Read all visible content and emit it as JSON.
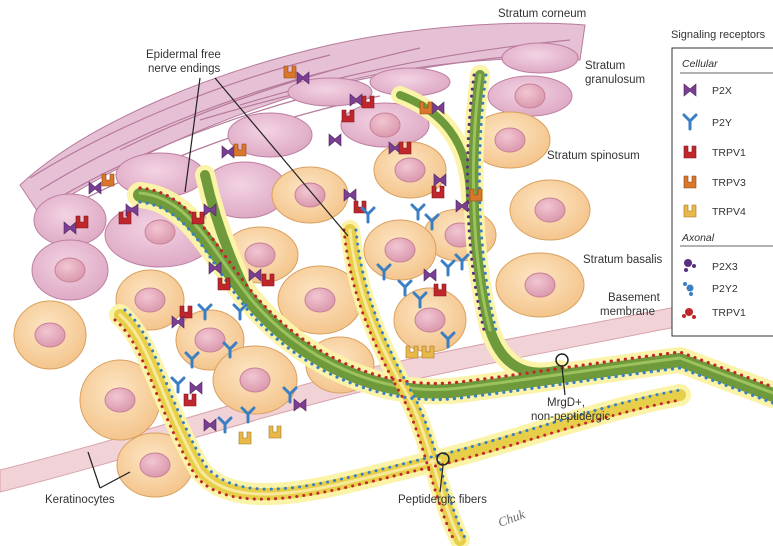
{
  "labels": {
    "stratum_corneum": "Stratum corneum",
    "stratum_granulosum_1": "Stratum",
    "stratum_granulosum_2": "granulosum",
    "stratum_spinosum": "Stratum spinosum",
    "stratum_basalis": "Stratum basalis",
    "basement_1": "Basement",
    "basement_2": "membrane",
    "epidermal_1": "Epidermal free",
    "epidermal_2": "nerve endings",
    "mrgd_1": "MrgD+,",
    "mrgd_2": "non-peptidergic",
    "peptidergic": "Peptidergic fibers",
    "keratinocytes": "Keratinocytes",
    "signature": "Chuk"
  },
  "legend": {
    "title": "Signaling receptors",
    "cellular_heading": "Cellular",
    "axonal_heading": "Axonal",
    "cellular": [
      {
        "label": "P2X",
        "icon": "p2x-receptor-icon",
        "color": "#7a3e92"
      },
      {
        "label": "P2Y",
        "icon": "p2y-receptor-icon",
        "color": "#3a7fc4"
      },
      {
        "label": "TRPV1",
        "icon": "trpv1-channel-icon",
        "color": "#c0272d"
      },
      {
        "label": "TRPV3",
        "icon": "trpv3-channel-icon",
        "color": "#d9772b"
      },
      {
        "label": "TRPV4",
        "icon": "trpv4-channel-icon",
        "color": "#e8b94a"
      }
    ],
    "axonal": [
      {
        "label": "P2X3",
        "icon": "p2x3-dot-icon",
        "color": "#5b2f7d"
      },
      {
        "label": "P2Y2",
        "icon": "p2y2-dot-icon",
        "color": "#3a7fc4"
      },
      {
        "label": "TRPV1",
        "icon": "trpv1-dot-icon",
        "color": "#c0272d"
      }
    ]
  },
  "colors": {
    "keratinocyte": "#f8d3a0",
    "keratinocyte_border": "#d9a160",
    "upper_cell": "#e7b8d0",
    "nucleus": "#e3a5b8",
    "green_fiber": "#6e9a3c",
    "yellow_fiber": "#e8cf4a",
    "glow": "#fbf3a8"
  }
}
